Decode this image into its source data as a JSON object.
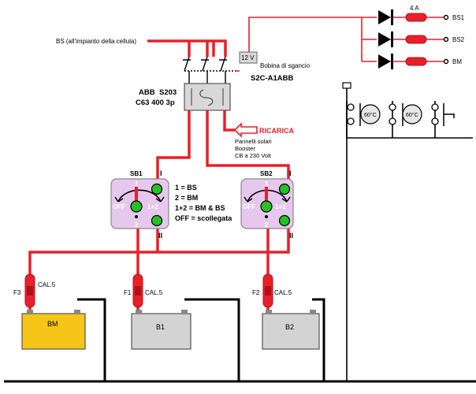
{
  "feed_label": "BS (all'impianto della cellula)",
  "coil_voltage": "12 V",
  "coil_label": "Bobina di sgancio",
  "coil_model": "S2C-A1ABB",
  "breaker": {
    "brand": "ABB",
    "model": "S203",
    "rating": "C63 400 3p"
  },
  "charge_arrow": "RICARICA",
  "charge_sources": [
    "Pannelli solari",
    "Booster",
    "CB a 230 Volt"
  ],
  "fuse_rating": "4 A",
  "outputs": [
    "BS1",
    "BS2",
    "BM"
  ],
  "thermostat_temp": "60°C",
  "switch1": {
    "name": "SB1",
    "roman_top": "I",
    "roman_bottom": "II",
    "pos1": "1",
    "pos2": "2",
    "off": "OFF",
    "both": "1+2"
  },
  "switch2": {
    "name": "SB2",
    "roman_top": "I",
    "roman_bottom": "II",
    "pos1": "1",
    "pos2": "2",
    "off": "OFF",
    "both": "1+2"
  },
  "legend": [
    "1 = BS",
    "2 = BM",
    "1+2 = BM & BS",
    "OFF = scollegata"
  ],
  "fuses": [
    {
      "name": "F3",
      "rating": "CAL.5"
    },
    {
      "name": "F1",
      "rating": "CAL.5"
    },
    {
      "name": "F2",
      "rating": "CAL.5"
    }
  ],
  "batteries": [
    "BM",
    "B1",
    "B2"
  ],
  "colors": {
    "wire": "#e8202a",
    "ground": "#000000",
    "battery_bm": "#f5c518",
    "battery": "#d3d3d3",
    "switch_body": "#e6c8ee",
    "knob": "#22c322"
  }
}
